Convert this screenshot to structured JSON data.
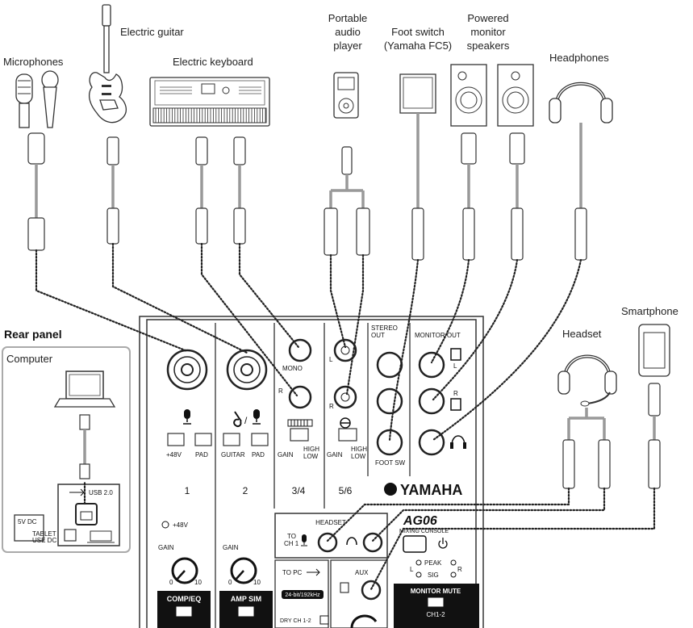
{
  "labels": {
    "microphones": "Microphones",
    "electric_guitar": "Electric guitar",
    "electric_keyboard": "Electric keyboard",
    "portable_audio_player": [
      "Portable",
      "audio",
      "player"
    ],
    "foot_switch": [
      "Foot switch",
      "(Yamaha FC5)"
    ],
    "powered_monitor_speakers": [
      "Powered",
      "monitor",
      "speakers"
    ],
    "headphones": "Headphones",
    "smartphone": "Smartphone",
    "headset": "Headset",
    "rear_panel": "Rear panel",
    "computer": "Computer"
  },
  "rear_panel": {
    "usb": "USB 2.0",
    "dc_5v": "5V DC",
    "tablet_use_dc": [
      "TABLET",
      "USE DC"
    ]
  },
  "mixer": {
    "brand": "YAMAHA",
    "model": "AG06",
    "model_sub": "MIXING CONSOLE",
    "channels": [
      "1",
      "2",
      "3/4",
      "5/6"
    ],
    "btn_48v": "+48V",
    "btn_pad": "PAD",
    "btn_guitar": "GUITAR",
    "btn_pad2": "PAD",
    "gain": "GAIN",
    "gain_min": "0",
    "gain_max": "10",
    "high": "HIGH",
    "low": "LOW",
    "ind_48v": "+48V",
    "comp_eq": "COMP/EQ",
    "amp_sim": "AMP SIM",
    "mono": "MONO",
    "l": "L",
    "r": "R",
    "stereo_out": [
      "STEREO",
      "OUT"
    ],
    "monitor_out": "MONITOR  OUT",
    "foot_sw": "FOOT SW",
    "headset": "HEADSET",
    "to_ch1": [
      "TO",
      "CH 1"
    ],
    "to_pc": "TO PC",
    "bit_rate": "24-bit/192kHz",
    "aux": "AUX",
    "peak": "PEAK",
    "sig": "SIG",
    "monitor_mute": "MONITOR MUTE",
    "ch12": "CH1-2",
    "dry_ch12": "DRY CH 1-2"
  },
  "icons": [
    "microphone-icon",
    "guitar-icon",
    "keyboard-icon",
    "disc-icon",
    "speaker-icon",
    "headphone-icon",
    "usb-icon",
    "power-icon"
  ]
}
